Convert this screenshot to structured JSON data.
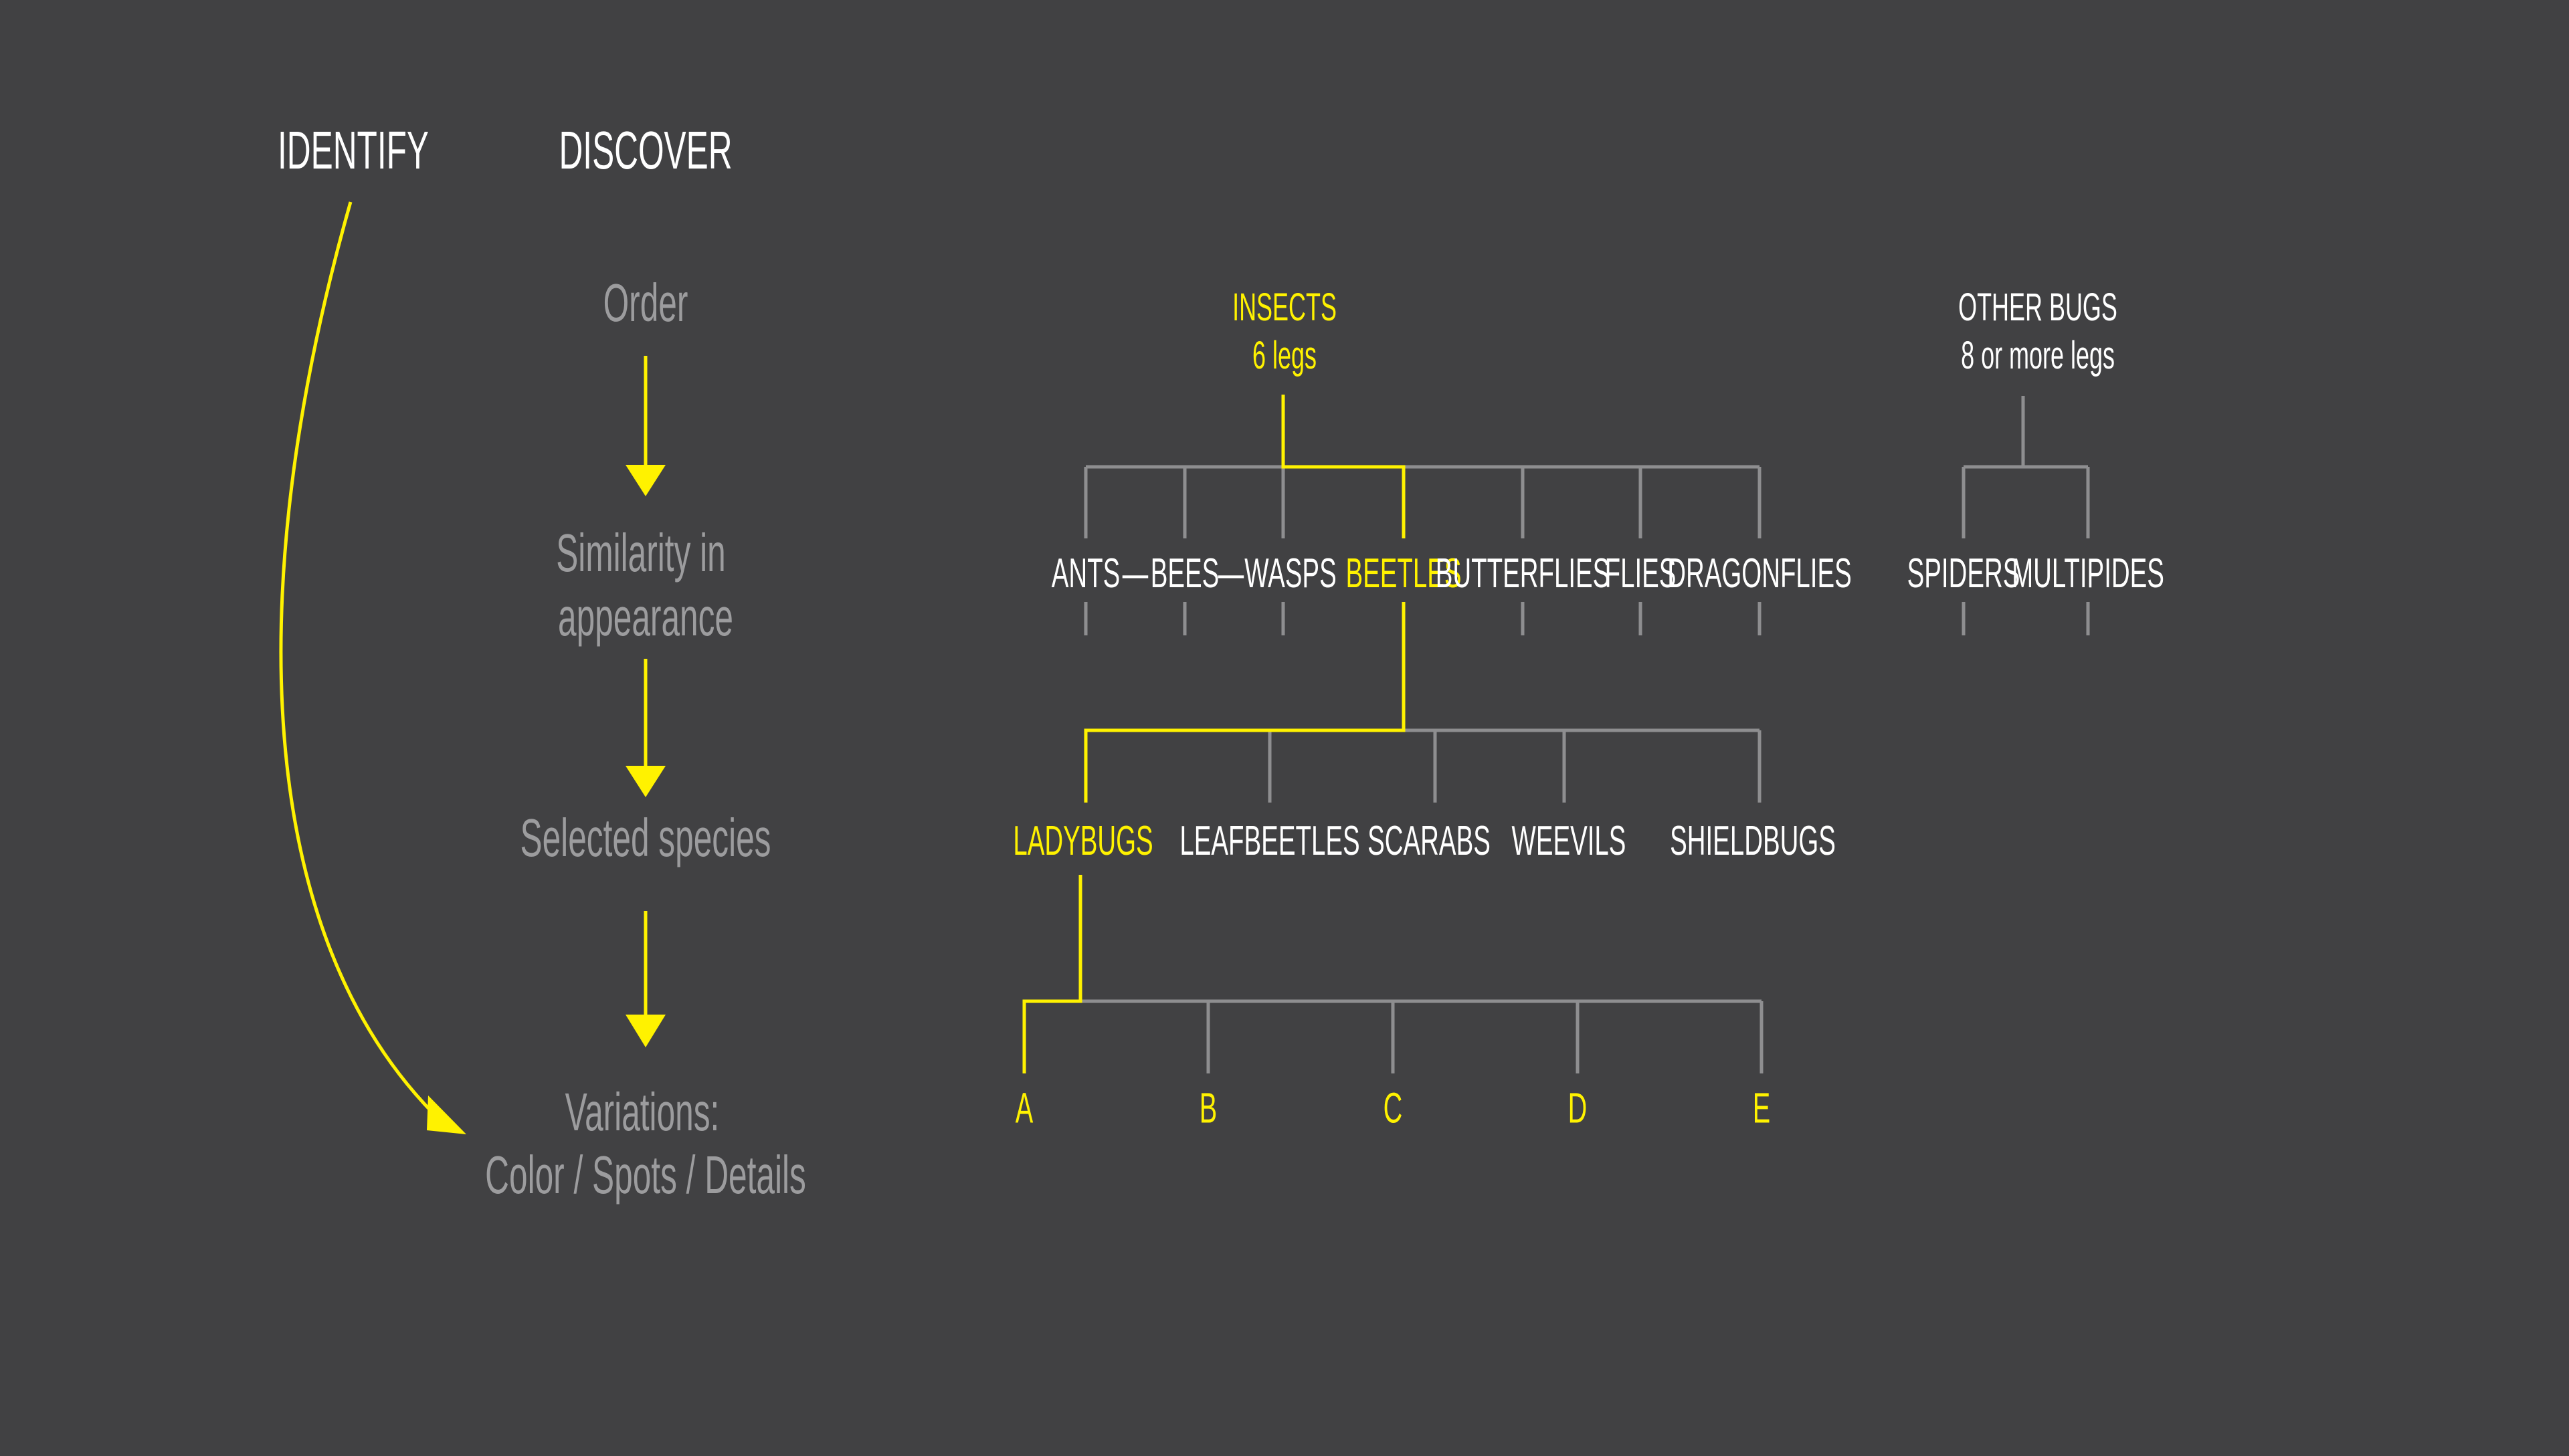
{
  "headers": {
    "identify": "IDENTIFY",
    "discover": "DISCOVER"
  },
  "steps": {
    "order": "Order",
    "similarity_line1": "Similarity in",
    "similarity_line2": "appearance",
    "selected": "Selected species",
    "variations_line1": "Variations:",
    "variations_line2": "Color / Spots / Details"
  },
  "tree": {
    "insects": {
      "title": "INSECTS",
      "subtitle": "6 legs"
    },
    "other_bugs": {
      "title": "OTHER BUGS",
      "subtitle": "8 or more legs"
    },
    "insect_orders": [
      "ANTS",
      "BEES",
      "WASPS",
      "BEETLES",
      "BUTTERFLIES",
      "FLIES",
      "DRAGONFLIES"
    ],
    "other_orders": [
      "SPIDERS",
      "MULTIPIDES"
    ],
    "beetle_species": [
      "LADYBUGS",
      "LEAFBEETLES",
      "SCARABS",
      "WEEVILS",
      "SHIELDBUGS"
    ],
    "ladybug_variations": [
      "A",
      "B",
      "C",
      "D",
      "E"
    ]
  },
  "colors": {
    "background": "#414143",
    "highlight": "#fff200",
    "connector": "#8e8e90",
    "primary_text": "#ffffff",
    "muted_text": "#9c9c9e"
  }
}
